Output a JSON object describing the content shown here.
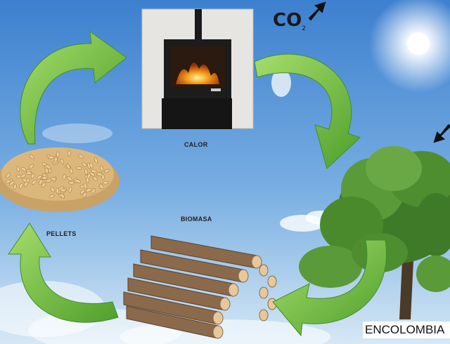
{
  "labels": {
    "calor": "CALOR",
    "biomasa": "BIOMASA",
    "pellets": "PELLETS",
    "co2_main": "CO",
    "co2_sub": "2"
  },
  "watermark": "ENCOLOMBIA",
  "colors": {
    "sky_top": "#4f8fd6",
    "sky_bottom": "#cfe3f3",
    "arrow_green": "#7cc242",
    "arrow_dark": "#3f8f2a",
    "stove_body": "#1c1c1c",
    "stove_panel": "#e6e4e1",
    "fire": "#f08a1a",
    "pellet": "#d9b47a",
    "log": "#8a6a4a",
    "tree_leaf": "#4f8a2e"
  },
  "icons": [
    "cycle-arrow-icon",
    "sun-icon",
    "co2-up-arrow-icon",
    "co2-down-arrow-icon"
  ]
}
